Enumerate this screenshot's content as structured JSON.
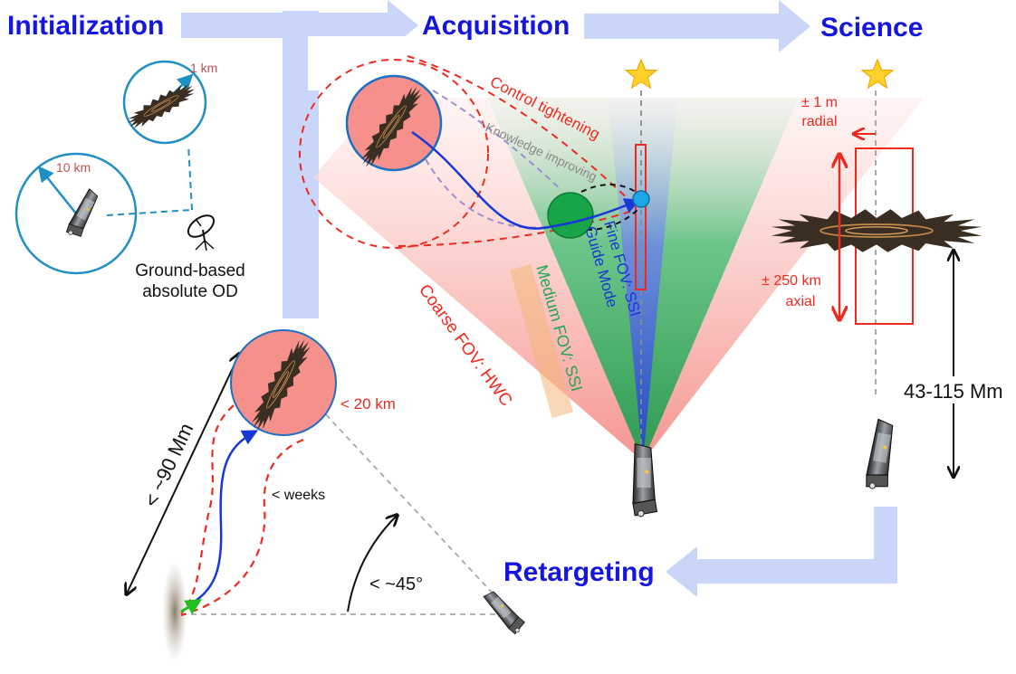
{
  "phases": {
    "initialization": "Initialization",
    "acquisition": "Acquisition",
    "science": "Science",
    "retargeting": "Retargeting"
  },
  "initialization": {
    "far_radius": "10 km",
    "near_radius": "1 km",
    "ground_station_line1": "Ground-based",
    "ground_station_line2": "absolute OD"
  },
  "acquisition": {
    "control_label": "Control tightening",
    "knowledge_label": "Knowledge improving",
    "fine_fov_line1": "Fine FOV: SSI",
    "fine_fov_line2": "Guide Mode",
    "medium_fov": "Medium FOV: SSI",
    "coarse_fov": "Coarse FOV: HWC"
  },
  "science": {
    "radial_value": "± 1 m",
    "radial_label": "radial",
    "axial_value": "± 250 km",
    "axial_label": "axial",
    "distance": "43-115 Mm"
  },
  "retargeting": {
    "approach_radius": "< 20 km",
    "transfer_time": "< weeks",
    "distance": "< ~90 Mm",
    "angle": "< ~45°"
  },
  "colors": {
    "phase_title": "#1515e0",
    "flow_arrow": "#c9d6f9",
    "annotation_red": "#ee2a1f",
    "fov_coarse": "#f7b0ac",
    "fov_medium": "#22a857",
    "fov_fine": "#2f57d6",
    "target_circle": "#f5908a",
    "star": "#ffd12a"
  }
}
